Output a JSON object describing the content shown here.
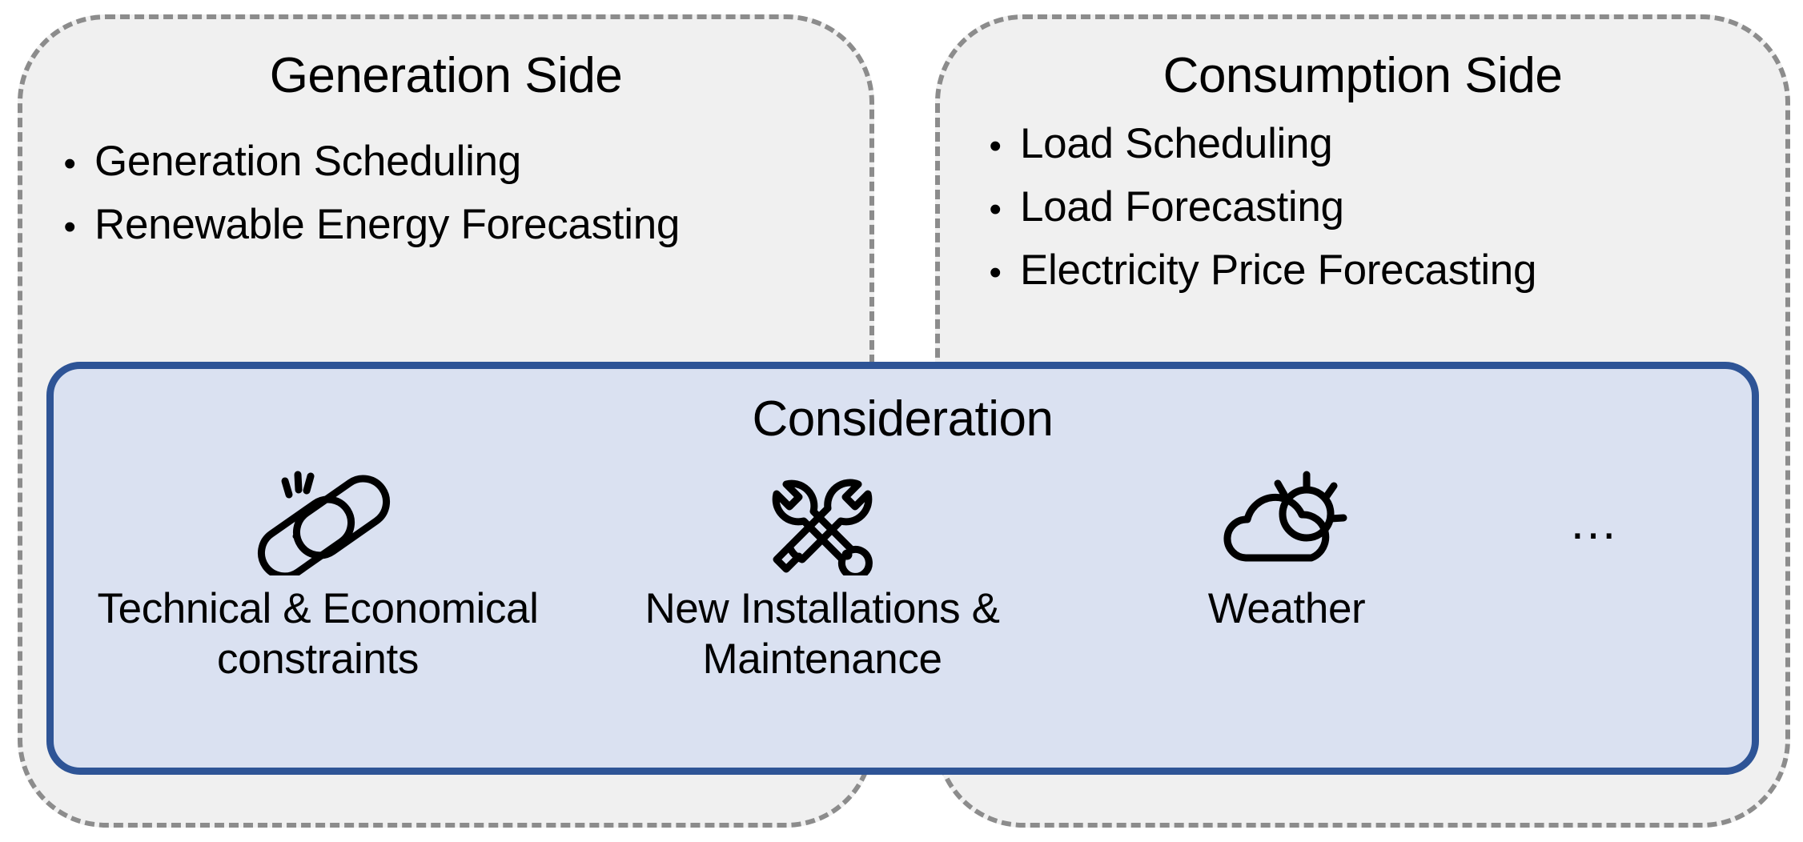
{
  "diagram": {
    "generation_panel": {
      "title": "Generation Side",
      "bullet_symbol": "•",
      "items": [
        "Generation Scheduling",
        "Renewable Energy Forecasting"
      ]
    },
    "consumption_panel": {
      "title": "Consumption Side",
      "bullet_symbol": "•",
      "items": [
        "Load Scheduling",
        "Load Forecasting",
        "Electricity Price Forecasting"
      ]
    },
    "consideration_box": {
      "title": "Consideration",
      "items": [
        {
          "icon": "broken-chain-link-icon",
          "label": "Technical & Economical constraints"
        },
        {
          "icon": "crossed-wrenches-icon",
          "label": "New Installations & Maintenance"
        },
        {
          "icon": "sun-behind-cloud-icon",
          "label": "Weather"
        }
      ],
      "more_indicator": "…"
    },
    "colors": {
      "panel_fill": "#F0F0F0",
      "panel_border": "#8C8C8C",
      "consideration_fill": "#DAE1F1",
      "consideration_border": "#2E5496",
      "text": "#000000"
    }
  }
}
